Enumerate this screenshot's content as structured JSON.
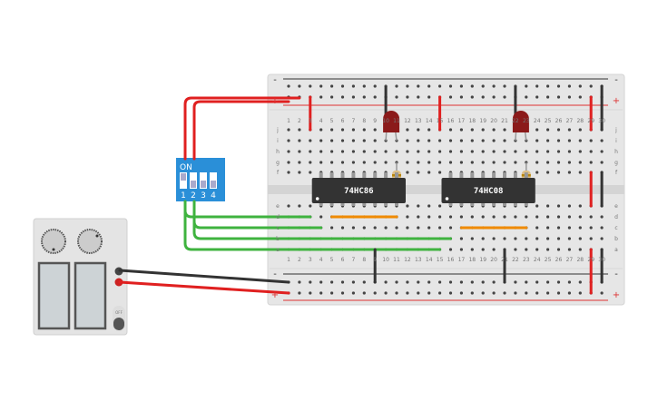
{
  "canvas": {
    "breadboard": {
      "columns": 30,
      "row_labels_top": [
        "j",
        "i",
        "h",
        "g",
        "f"
      ],
      "row_labels_bottom": [
        "e",
        "d",
        "c",
        "b",
        "a"
      ],
      "rail_minus": "-",
      "rail_plus": "+"
    },
    "chips": [
      {
        "label": "74HC86",
        "pin_columns": [
          4,
          11
        ]
      },
      {
        "label": "74HC08",
        "pin_columns": [
          16,
          23
        ]
      }
    ],
    "dip_switch": {
      "label": "ON",
      "switches": [
        "1",
        "2",
        "3",
        "4"
      ],
      "on_states": [
        true,
        false,
        false,
        false
      ]
    },
    "power_supply": {
      "button_label": "OFF"
    },
    "colors": {
      "wire_red": "#e02020",
      "wire_black": "#333333",
      "wire_green": "#3fb33f",
      "wire_orange": "#f08a00",
      "led": "#8b1a1a",
      "dip": "#2a8fd8",
      "chip": "#333333"
    }
  }
}
